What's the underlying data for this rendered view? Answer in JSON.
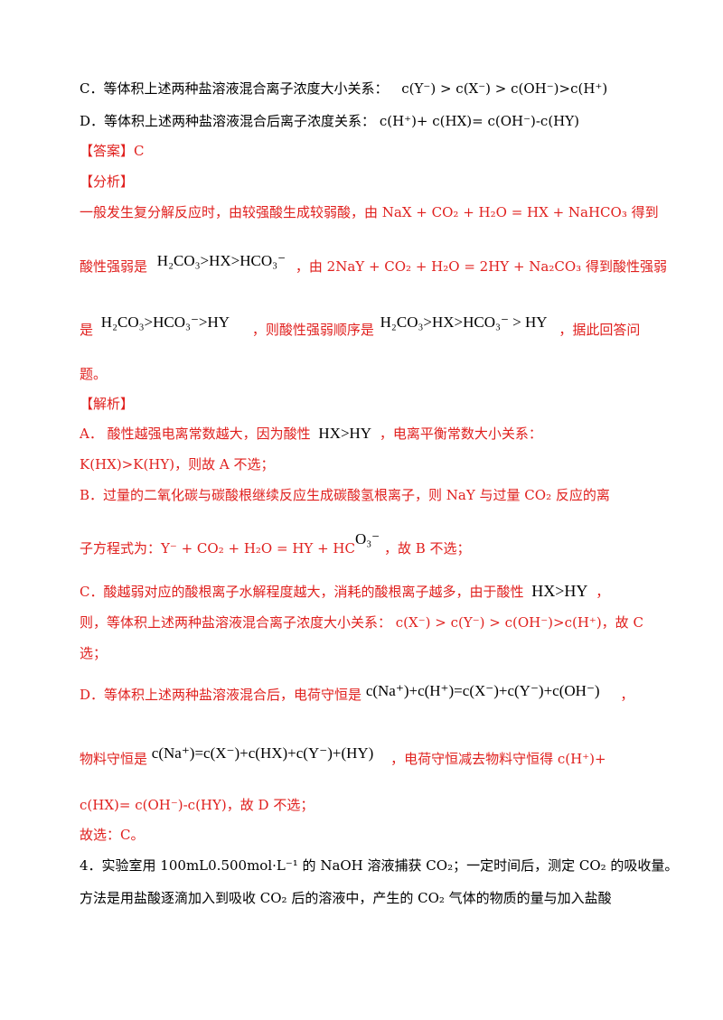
{
  "lines": {
    "c_option": {
      "prefix": "C．等体积上述两种盐溶液混合离子浓度大小关系：",
      "expr": "c(Y⁻) > c(X⁻) > c(OH⁻)>c(H⁺)"
    },
    "d_option": {
      "prefix": "D．等体积上述两种盐溶液混合后离子浓度关系：",
      "expr": "c(H⁺)+ c(HX)= c(OH⁻)-c(HY)"
    },
    "answer": "【答案】C",
    "analysis_heading": "【分析】",
    "analysis_1": {
      "text": "一般发生复分解反应时，由较强酸生成较弱酸，由",
      "eq": "NaX + CO₂ + H₂O = HX + NaHCO₃",
      "tail": "得到"
    },
    "analysis_2": {
      "text": "酸性强弱是",
      "f1": "H₂CO₃>HX>HCO₃⁻",
      "mid": "，由",
      "eq": "2NaY + CO₂ + H₂O = 2HY + Na₂CO₃",
      "tail": "得到酸性强弱"
    },
    "analysis_3": {
      "text": "是",
      "f1": "H₂CO₃>HCO₃⁻>HY",
      "mid": "，则酸性强弱顺序是",
      "f2": "H₂CO₃>HX>HCO₃⁻ > HY",
      "tail": "，据此回答问"
    },
    "analysis_4": "题。",
    "solution_heading": "【解析】",
    "sol_a1": {
      "text": "A．  酸性越强电离常数越大，因为酸性",
      "f": "HX>HY",
      "tail": "，电离平衡常数大小关系："
    },
    "sol_a2": "K(HX)>K(HY)，则故 A 不选；",
    "sol_b1": "B．过量的二氧化碳与碳酸根继续反应生成碳酸氢根离子，则  NaY 与过量 CO₂ 反应的离",
    "sol_b2": {
      "text": "子方程式为：Y⁻ + CO₂ + H₂O = HY + HC",
      "f": "O₃⁻",
      "tail": "，故 B 不选；"
    },
    "sol_c1": {
      "text": "C．酸越弱对应的酸根离子水解程度越大，消耗的酸根离子越多，由于酸性",
      "f": "HX>HY",
      "tail": "，"
    },
    "sol_c2": "则，等体积上述两种盐溶液混合离子浓度大小关系：  c(X⁻) > c(Y⁻) > c(OH⁻)>c(H⁺)，故 C",
    "sol_c3": "选；",
    "sol_d1": {
      "text": "D．等体积上述两种盐溶液混合后，电荷守恒是",
      "f": "c(Na⁺)+c(H⁺)=c(X⁻)+c(Y⁻)+c(OH⁻)",
      "tail": "，"
    },
    "sol_d2": {
      "text": "物料守恒是",
      "f": "c(Na⁺)=c(X⁻)+c(HX)+c(Y⁻)+(HY)",
      "tail": "，电荷守恒减去物料守恒得 c(H⁺)+"
    },
    "sol_d3": "c(HX)= c(OH⁻)-c(HY)，故 D 不选；",
    "conclusion": "故选：C。",
    "q4_1": "4．实验室用 100mL0.500mol·L⁻¹ 的 NaOH 溶液捕获 CO₂；一定时间后，测定 CO₂ 的吸收量。",
    "q4_2": "方法是用盐酸逐滴加入到吸收 CO₂ 后的溶液中，产生的 CO₂ 气体的物质的量与加入盐酸"
  },
  "colors": {
    "answer_text": "#e0201e",
    "body_text": "#000000"
  }
}
